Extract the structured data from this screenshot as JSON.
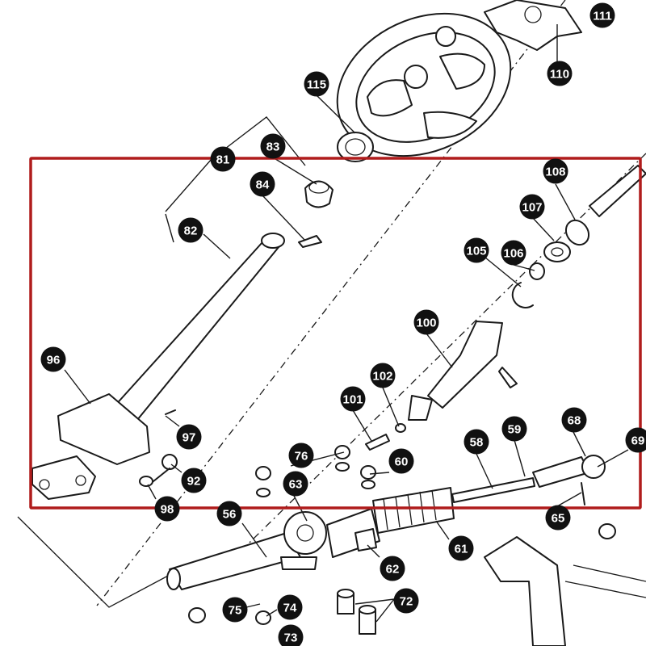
{
  "highlight_color": "#b01c1c",
  "callouts": [
    {
      "id": "111",
      "label": "111"
    },
    {
      "id": "110",
      "label": "110"
    },
    {
      "id": "115",
      "label": "115"
    },
    {
      "id": "83",
      "label": "83"
    },
    {
      "id": "81",
      "label": "81"
    },
    {
      "id": "84",
      "label": "84"
    },
    {
      "id": "82",
      "label": "82"
    },
    {
      "id": "108",
      "label": "108"
    },
    {
      "id": "107",
      "label": "107"
    },
    {
      "id": "105",
      "label": "105"
    },
    {
      "id": "106",
      "label": "106"
    },
    {
      "id": "100",
      "label": "100"
    },
    {
      "id": "96",
      "label": "96"
    },
    {
      "id": "102",
      "label": "102"
    },
    {
      "id": "101",
      "label": "101"
    },
    {
      "id": "97",
      "label": "97"
    },
    {
      "id": "58",
      "label": "58"
    },
    {
      "id": "59",
      "label": "59"
    },
    {
      "id": "68",
      "label": "68"
    },
    {
      "id": "69",
      "label": "69"
    },
    {
      "id": "76",
      "label": "76"
    },
    {
      "id": "60",
      "label": "60"
    },
    {
      "id": "92",
      "label": "92"
    },
    {
      "id": "63",
      "label": "63"
    },
    {
      "id": "98",
      "label": "98"
    },
    {
      "id": "56",
      "label": "56"
    },
    {
      "id": "65",
      "label": "65"
    },
    {
      "id": "61",
      "label": "61"
    },
    {
      "id": "62",
      "label": "62"
    },
    {
      "id": "72",
      "label": "72"
    },
    {
      "id": "75",
      "label": "75"
    },
    {
      "id": "74",
      "label": "74"
    },
    {
      "id": "73",
      "label": "73"
    }
  ]
}
